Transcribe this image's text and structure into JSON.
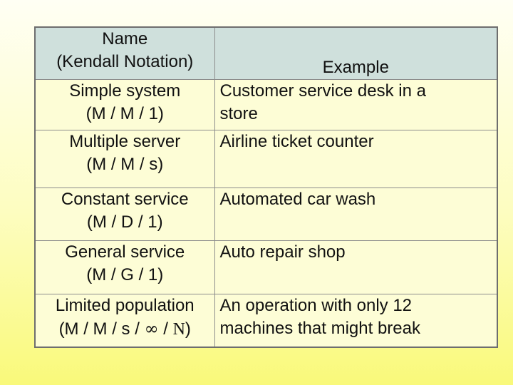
{
  "table": {
    "header": {
      "name_line1": "Name",
      "name_line2": "(Kendall Notation)",
      "example": "Example"
    },
    "rows": [
      {
        "name_line1": "Simple system",
        "name_line2": "(M / M / 1)",
        "example_line1": "Customer service desk in a",
        "example_line2": "store"
      },
      {
        "name_line1": "Multiple server",
        "name_line2": "(M / M / s)",
        "example_line1": "Airline ticket counter",
        "example_line2": ""
      },
      {
        "name_line1": "Constant service",
        "name_line2": "(M / D / 1)",
        "example_line1": "Automated car wash",
        "example_line2": ""
      },
      {
        "name_line1": "General service",
        "name_line2": "(M / G / 1)",
        "example_line1": "Auto repair shop",
        "example_line2": ""
      },
      {
        "name_line1": "Limited population",
        "name_line2_prefix": "(M / M / s / ",
        "name_line2_infinity": "∞",
        "name_line2_sep": " / ",
        "name_line2_N": "N",
        "name_line2_suffix": ")",
        "example_line1": "An operation with only 12",
        "example_line2": "machines that might break"
      }
    ]
  }
}
